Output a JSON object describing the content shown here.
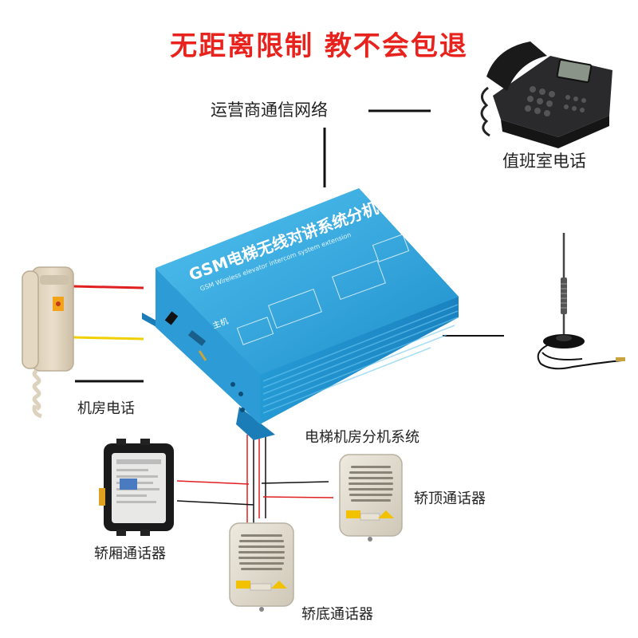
{
  "headline": "无距离限制 教不会包退",
  "labels": {
    "operator_network": "运营商通信网络",
    "duty_phone": "值班室电话",
    "machine_room_phone": "机房电话",
    "machine_room_system": "电梯机房分机系统",
    "car_top_intercom": "轿顶通话器",
    "car_intercom": "轿厢通话器",
    "car_bottom_intercom": "轿底通话器"
  },
  "device": {
    "title_cn": "GSM电梯无线对讲系统分机",
    "title_en": "GSM Wireless elevator intercom system extension",
    "panel_label": "主机"
  },
  "colors": {
    "headline": "#e8231e",
    "device_blue": "#2aa3dc",
    "wire_red": "#e02020",
    "wire_yellow": "#f0d000",
    "wire_black": "#111111"
  }
}
